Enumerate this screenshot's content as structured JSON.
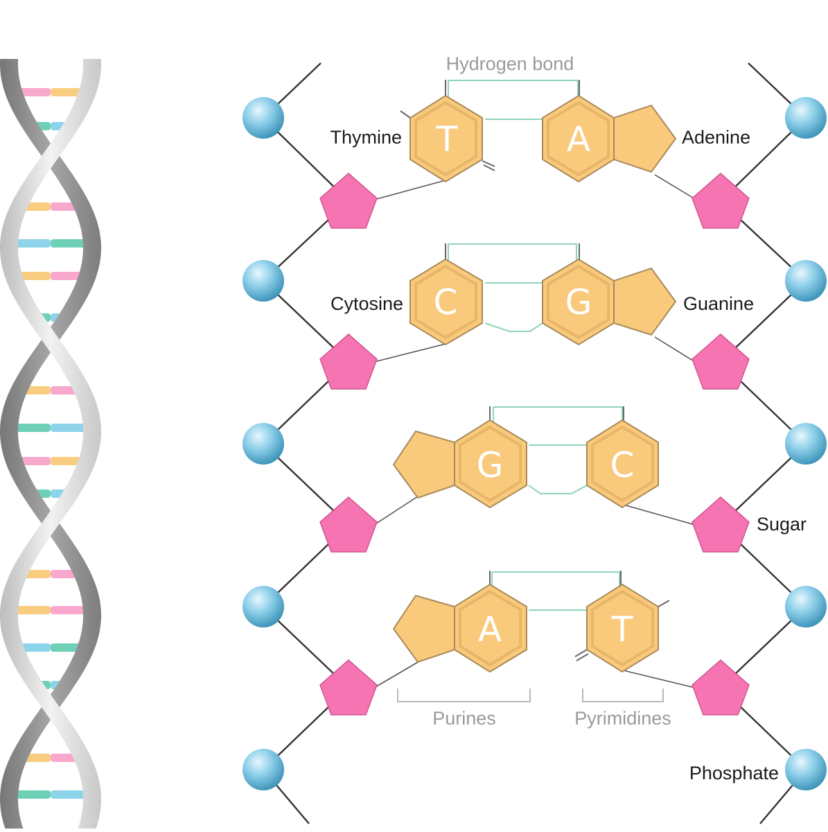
{
  "labels": {
    "hydrogen_bond": "Hydrogen bond",
    "thymine": "Thymine",
    "adenine": "Adenine",
    "cytosine": "Cytosine",
    "guanine": "Guanine",
    "sugar": "Sugar",
    "purines": "Purines",
    "pyrimidines": "Pyrimidines",
    "phosphate": "Phosphate"
  },
  "base_pairs": [
    {
      "left": "T",
      "right": "A",
      "left_type": "pyrimidine",
      "right_type": "purine"
    },
    {
      "left": "C",
      "right": "G",
      "left_type": "pyrimidine",
      "right_type": "purine"
    },
    {
      "left": "G",
      "right": "C",
      "left_type": "purine",
      "right_type": "pyrimidine"
    },
    {
      "left": "A",
      "right": "T",
      "left_type": "purine",
      "right_type": "pyrimidine"
    }
  ],
  "colors": {
    "phosphate": "#6fc0dd",
    "sugar": "#f774b3",
    "base": "#f9c97c",
    "helix_strand_light": "#dcdcdc",
    "helix_strand_dark": "#9b9b9b",
    "rung_pink": "#f8a8cc",
    "rung_yellow": "#f9cd80",
    "rung_blue": "#8dd3ea",
    "rung_teal": "#6fd0b8"
  }
}
